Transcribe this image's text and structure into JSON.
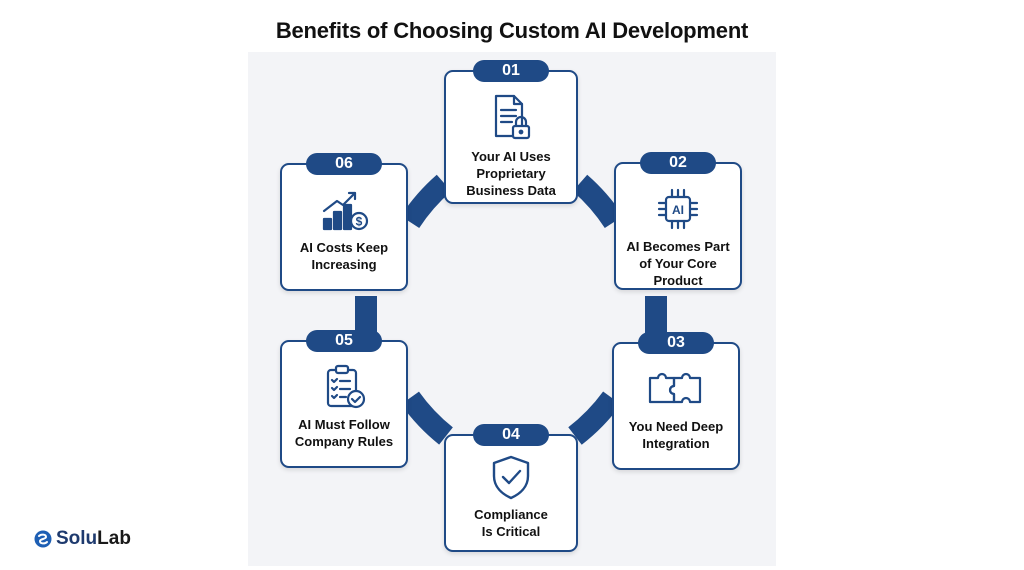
{
  "title": "Benefits of Choosing Custom AI Development",
  "steps": [
    {
      "number": "01",
      "label": "Your AI Uses Proprietary Business Data",
      "icon": "secure-document-icon"
    },
    {
      "number": "02",
      "label": "AI Becomes Part of Your Core Product",
      "icon": "ai-chip-icon"
    },
    {
      "number": "03",
      "label": "You Need Deep Integration",
      "icon": "puzzle-icon"
    },
    {
      "number": "04",
      "label": "Compliance Is Critical",
      "icon": "shield-check-icon"
    },
    {
      "number": "05",
      "label": "AI Must Follow Company Rules",
      "icon": "clipboard-checklist-icon"
    },
    {
      "number": "06",
      "label": "AI Costs Keep Increasing",
      "icon": "rising-cost-chart-icon"
    }
  ],
  "logo": {
    "part1": "Solu",
    "part2": "Lab"
  },
  "colors": {
    "primary": "#1f4a86",
    "background": "#f3f4f7",
    "text": "#111111"
  }
}
